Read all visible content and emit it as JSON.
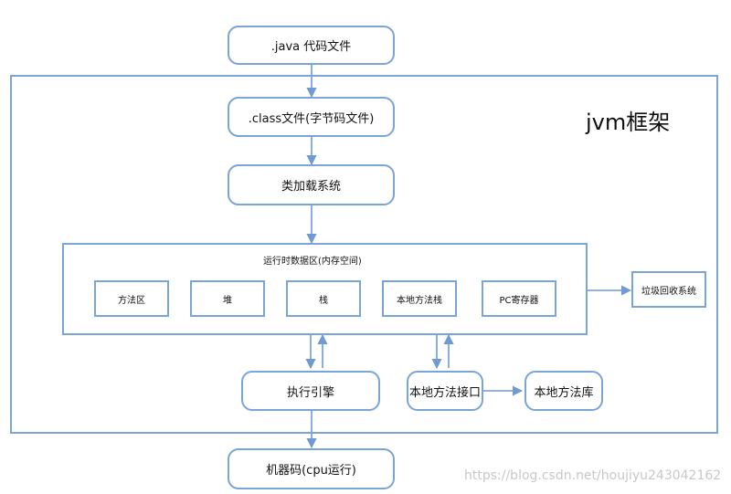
{
  "diagram": {
    "frame_title": "jvm框架",
    "watermark": "https://blog.csdn.net/houjiyu243042162",
    "colors": {
      "border": "#7aa3d6",
      "arrow": "#6f9ad3",
      "text": "#111111",
      "watermark": "#c8c8c8"
    },
    "nodes": {
      "java_file": ".java 代码文件",
      "class_file": ".class文件(字节码文件)",
      "class_loader": "类加载系统",
      "runtime_area_title": "运行时数据区(内存空间)",
      "method_area": "方法区",
      "heap": "堆",
      "stack": "栈",
      "native_method_stack": "本地方法栈",
      "pc_register": "PC寄存器",
      "gc": "垃圾回收系统",
      "execution_engine": "执行引擎",
      "native_interface": "本地方法接口",
      "native_library": "本地方法库",
      "machine_code": "机器码(cpu运行)"
    }
  }
}
